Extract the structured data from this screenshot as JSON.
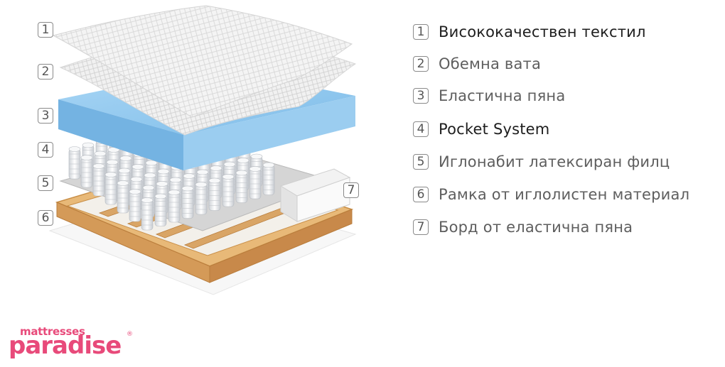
{
  "layers": [
    {
      "number": "1",
      "label": "Висококачествен текстил",
      "emphasis": true
    },
    {
      "number": "2",
      "label": "Обемна вата",
      "emphasis": false
    },
    {
      "number": "3",
      "label": "Еластична пяна",
      "emphasis": false
    },
    {
      "number": "4",
      "label": "Pocket System",
      "emphasis": true
    },
    {
      "number": "5",
      "label": "Иглонабит латексиран филц",
      "emphasis": false
    },
    {
      "number": "6",
      "label": "Рамка от иглолистен материал",
      "emphasis": false
    },
    {
      "number": "7",
      "label": "Борд от еластична пяна",
      "emphasis": false
    }
  ],
  "logo": {
    "top_text": "mattresses",
    "main_text": "paradise",
    "registered_mark": "®"
  },
  "colors": {
    "foam_blue": "#8ec6ef",
    "wood": "#d9a566",
    "logo_pink": "#e84a7a",
    "number_border": "#8a8a8a"
  }
}
